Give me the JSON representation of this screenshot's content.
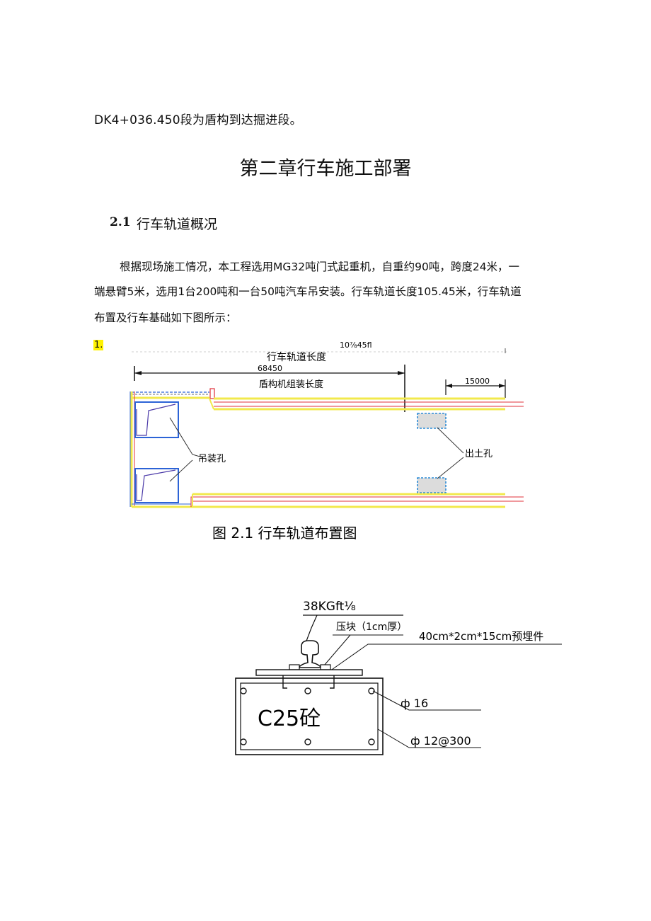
{
  "text": {
    "intro_line": "DK4+036.450段为盾构到达掘进段。",
    "chapter_title": "第二章行车施工部署",
    "section_num": "2.1",
    "section_title": "行车轨道概况",
    "para_1": "根据现场施工情况，本工程选用MG32吨门式起重机，自重约90吨，跨度24米，一",
    "para_2": "端悬臂5米，选用1台200吨和一台50吨汽车吊安装。行车轨道长度105.45米，行车轨道",
    "para_3": "布置及行车基础如下图所示：",
    "list_marker": "1."
  },
  "figure1": {
    "top_label": "10⅞45fl",
    "track_length_label": "行车轨道长度",
    "dim_68450": "68450",
    "assembly_length_label": "盾构机组装长度",
    "dim_15000": "15000",
    "hoist_hole_label": "吊装孔",
    "muck_hole_label": "出土孔",
    "caption": "图 2.1 行车轨道布置图",
    "colors": {
      "rail_yellow": "#f2e94c",
      "wall_red": "#e0303a",
      "pit_blue": "#2c63d6",
      "dim_black": "#111111"
    }
  },
  "figure2": {
    "rail_label": "38KGft⅛",
    "clamp_label": "压块（1cm厚）",
    "embed_label": "40cm*2cm*15cm预埋件",
    "concrete_label": "C25砼",
    "rebar_main_label": "ф 16",
    "rebar_stirrup_label": "ф 12@300"
  }
}
